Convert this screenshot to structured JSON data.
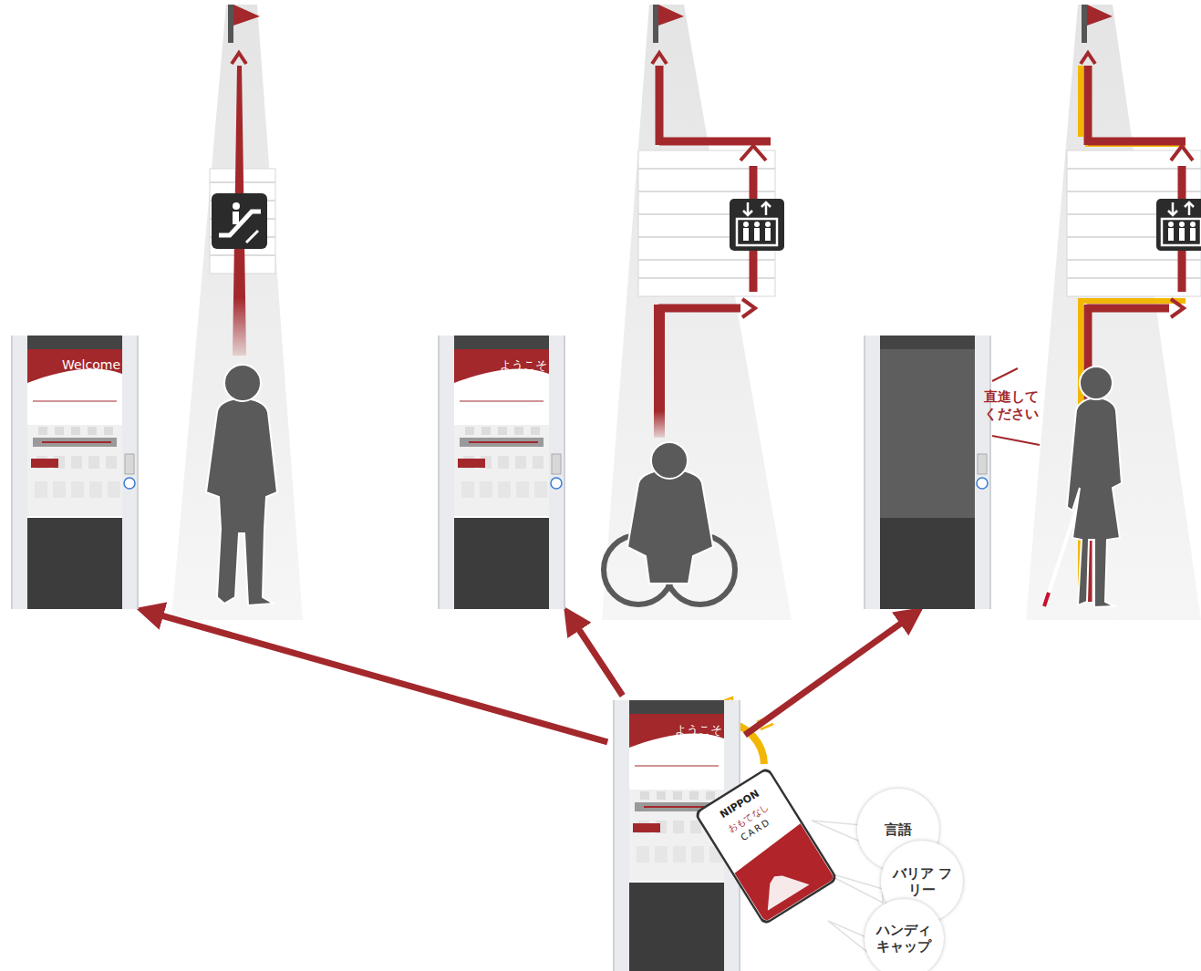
{
  "diagram": {
    "nodes": [
      {
        "text": [
          "Welcome"
        ]
      },
      {
        "text": [
          "ようこそ"
        ]
      },
      {
        "text": [
          "直進して ください"
        ]
      },
      {
        "text": [
          "ようこそ"
        ]
      },
      {
        "text": [
          "NIPPON",
          "おもてなし",
          "CARD"
        ]
      },
      {
        "text": [
          "言語"
        ]
      },
      {
        "text": [
          "バリア フリー"
        ]
      },
      {
        "text": [
          "ハンディ キャップ"
        ]
      }
    ],
    "edges": [
      {
        "from": 3,
        "to": 0,
        "arrow": "to"
      },
      {
        "from": 3,
        "to": 1,
        "arrow": "to"
      },
      {
        "from": 3,
        "to": 2,
        "arrow": "to"
      }
    ]
  }
}
